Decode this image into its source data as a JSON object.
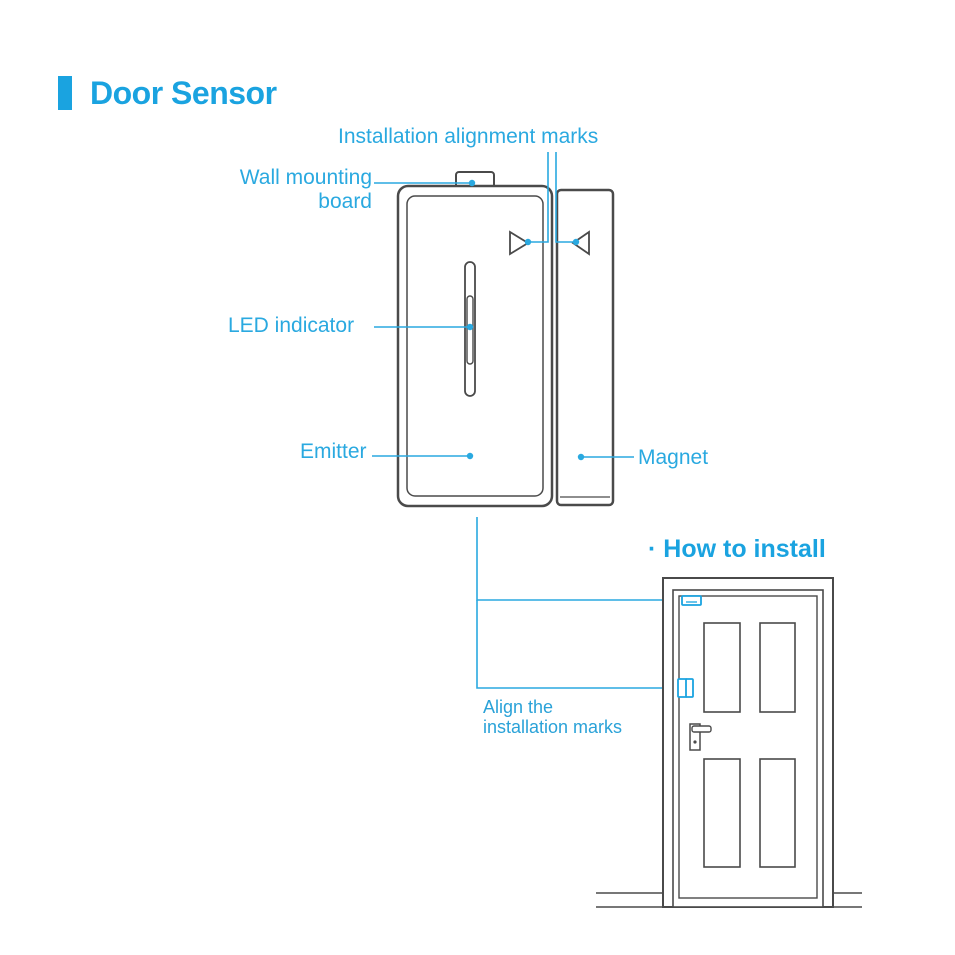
{
  "title": "Door Sensor",
  "labels": {
    "installation_marks": "Installation alignment marks",
    "wall_mounting_line1": "Wall mounting",
    "wall_mounting_line2": "board",
    "led_indicator": "LED indicator",
    "emitter": "Emitter",
    "magnet": "Magnet",
    "align_line1": "Align the",
    "align_line2": "installation marks"
  },
  "how_to_install": {
    "bullet": "·",
    "title": "How to install"
  },
  "colors": {
    "accent": "#1aa3e0",
    "outline": "#4a4a4a",
    "leader": "#2aa9e0"
  }
}
